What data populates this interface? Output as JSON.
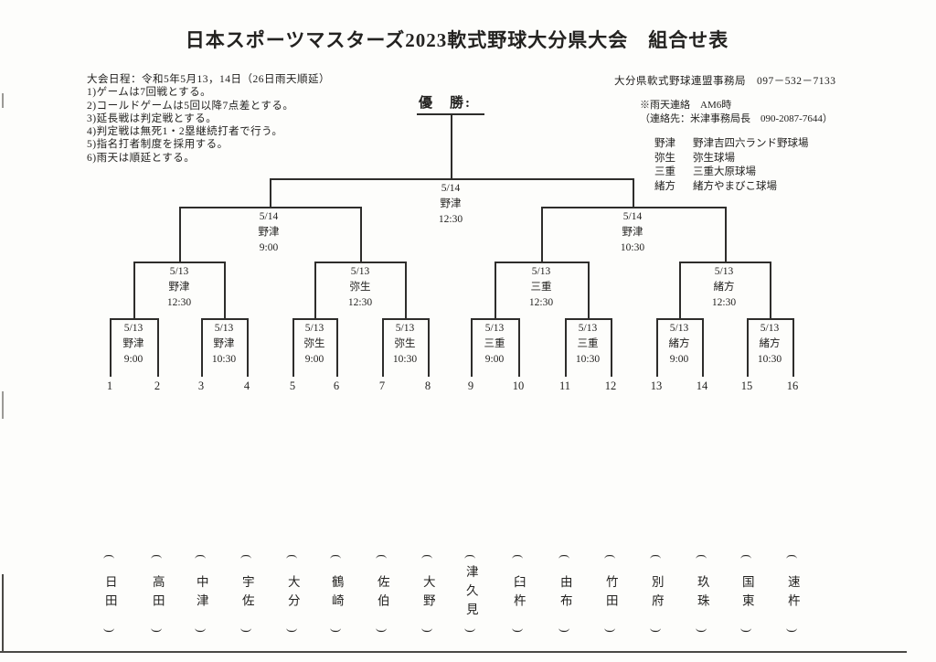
{
  "title": "日本スポーツマスターズ2023軟式野球大分県大会　組合せ表",
  "info": {
    "schedule": "大会日程：令和5年5月13，14日（26日雨天順延）",
    "rules": [
      "1)ゲームは7回戦とする。",
      "2)コールドゲームは5回以降7点差とする。",
      "3)延長戦は判定戦とする。",
      "4)判定戦は無死1・2塁継続打者で行う。",
      "5)指名打者制度を採用する。",
      "6)雨天は順延とする。"
    ],
    "office": "大分県軟式野球連盟事務局　097－532－7133",
    "rain_contact": "※雨天連絡　AM6時",
    "rain_contact2": "（連絡先：米津事務局長　090-2087-7644）",
    "venues": [
      {
        "short": "野津",
        "name": "野津吉四六ランド野球場"
      },
      {
        "short": "弥生",
        "name": "弥生球場"
      },
      {
        "short": "三重",
        "name": "三重大原球場"
      },
      {
        "short": "緒方",
        "name": "緒方やまびこ球場"
      }
    ]
  },
  "bracket": {
    "champion_label": "優　勝:",
    "final": {
      "date": "5/14",
      "venue": "野津",
      "time": "12:30"
    },
    "semifinals": [
      {
        "date": "5/14",
        "venue": "野津",
        "time": "9:00"
      },
      {
        "date": "5/14",
        "venue": "野津",
        "time": "10:30"
      }
    ],
    "quarterfinals": [
      {
        "date": "5/13",
        "venue": "野津",
        "time": "12:30"
      },
      {
        "date": "5/13",
        "venue": "弥生",
        "time": "12:30"
      },
      {
        "date": "5/13",
        "venue": "三重",
        "time": "12:30"
      },
      {
        "date": "5/13",
        "venue": "緒方",
        "time": "12:30"
      }
    ],
    "round1": [
      {
        "date": "5/13",
        "venue": "野津",
        "time": "9:00"
      },
      {
        "date": "5/13",
        "venue": "野津",
        "time": "10:30"
      },
      {
        "date": "5/13",
        "venue": "弥生",
        "time": "9:00"
      },
      {
        "date": "5/13",
        "venue": "弥生",
        "time": "10:30"
      },
      {
        "date": "5/13",
        "venue": "三重",
        "time": "9:00"
      },
      {
        "date": "5/13",
        "venue": "三重",
        "time": "10:30"
      },
      {
        "date": "5/13",
        "venue": "緒方",
        "time": "9:00"
      },
      {
        "date": "5/13",
        "venue": "緒方",
        "time": "10:30"
      }
    ],
    "seeds": [
      "1",
      "2",
      "3",
      "4",
      "5",
      "6",
      "7",
      "8",
      "9",
      "10",
      "11",
      "12",
      "13",
      "14",
      "15",
      "16"
    ],
    "teams": [
      "日田",
      "高田",
      "中津",
      "宇佐",
      "大分",
      "鶴崎",
      "佐伯",
      "大野",
      "津久見",
      "臼杵",
      "由布",
      "竹田",
      "別府",
      "玖珠",
      "国東",
      "速杵"
    ],
    "paren_open": "(",
    "paren_close": ")"
  }
}
